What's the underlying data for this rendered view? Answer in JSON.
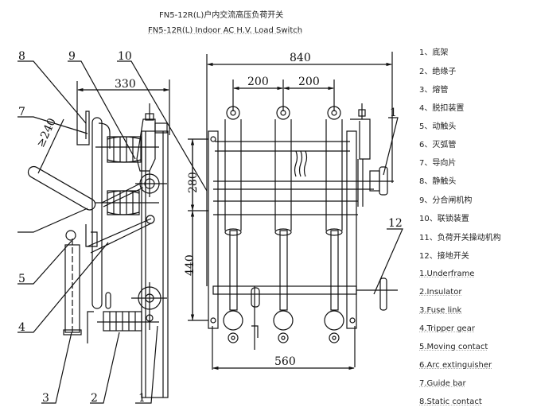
{
  "title": {
    "chinese": "FN5-12R(L)户内交流高压负荷开关",
    "english": "FN5-12R(L) Indoor AC H.V. Load Switch"
  },
  "dimensions": {
    "side_width": "330",
    "handle_clearance": "≥240",
    "overall_width": "840",
    "pole_spacing_left": "200",
    "pole_spacing_right": "200",
    "upper_height": "280",
    "lower_height": "440",
    "base_width": "560"
  },
  "callouts": {
    "c1": "1",
    "c2": "2",
    "c3": "3",
    "c4": "4",
    "c5": "5",
    "c7": "7",
    "c8": "8",
    "c9": "9",
    "c10": "10",
    "c1_front": "1",
    "c12": "12"
  },
  "legend_cn": [
    "1、底架",
    "2、绝缘子",
    "3、熔管",
    "4、脱扣装置",
    "5、动触头",
    "6、灭弧管",
    "7、导向片",
    "8、静触头",
    "9、分合闸机构",
    "10、联锁装置",
    "11、负荷开关操动机构",
    "12、接地开关"
  ],
  "legend_en": [
    "1.Underframe",
    "2.Insulator",
    "3.Fuse link",
    "4.Tripper gear",
    "5.Moving contact",
    "6.Arc extinguisher",
    "7.Guide bar",
    "8.Static contact"
  ]
}
